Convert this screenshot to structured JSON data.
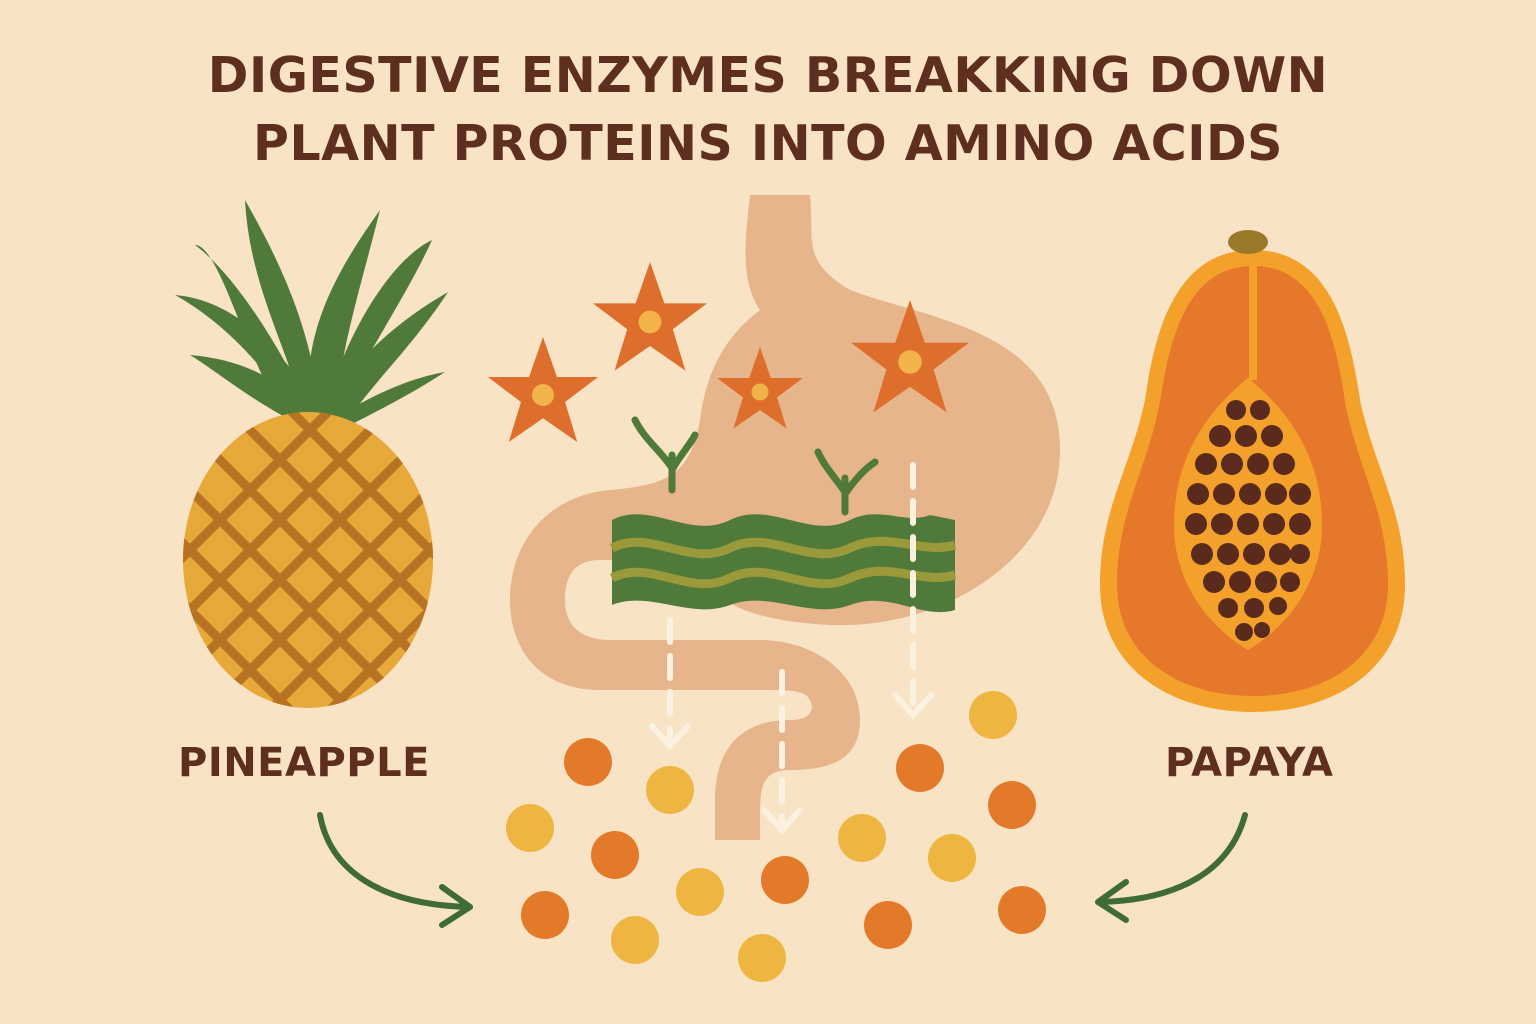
{
  "title": {
    "line1": "DIGESTIVE ENZYMES BREAKKING DOWN",
    "line2": "PLANT PROTEINS INTO AMINO ACIDS"
  },
  "labels": {
    "left_fruit": "PINEAPPLE",
    "right_fruit": "PAPAYA"
  },
  "colors": {
    "background": "#f9e3c5",
    "text": "#5e2f1f",
    "leaf_green": "#4f7a3a",
    "arrow_green": "#3f6b36",
    "pineapple": "#e7a93a",
    "pineapple_lattice": "#b87223",
    "papaya_orange": "#e6782b",
    "papaya_rind": "#f4a12b",
    "seed": "#5a2a1c",
    "stomach": "#e7b58c",
    "enzyme_star": "#de6e2b",
    "amino_orange": "#e27a2a",
    "amino_yellow": "#eeb540"
  },
  "icons": {
    "pineapple": "pineapple-icon",
    "papaya": "papaya-icon",
    "stomach": "stomach-intestine-icon",
    "enzyme": "enzyme-star-icon",
    "protein": "plant-protein-icon",
    "amino_acid": "amino-acid-dot-icon"
  }
}
